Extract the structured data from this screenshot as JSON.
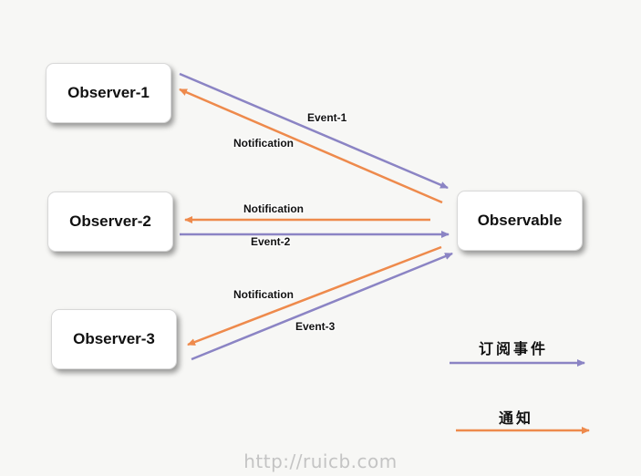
{
  "nodes": {
    "observer1": "Observer-1",
    "observer2": "Observer-2",
    "observer3": "Observer-3",
    "observable": "Observable"
  },
  "edges": {
    "event1": "Event-1",
    "event2": "Event-2",
    "event3": "Event-3",
    "notification1": "Notification",
    "notification2": "Notification",
    "notification3": "Notification"
  },
  "legend": {
    "subscribe_event": "订阅事件",
    "notification": "通知"
  },
  "watermark": "http://ruicb.com",
  "colors": {
    "event_arrow": "#8b84c4",
    "notification_arrow": "#ee8a4c"
  }
}
